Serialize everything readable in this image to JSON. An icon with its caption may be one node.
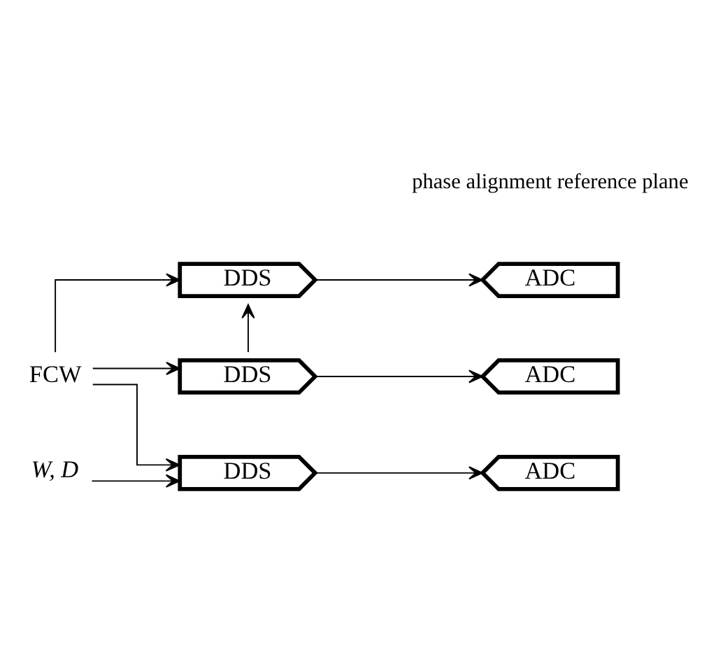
{
  "diagram": {
    "nodes": [
      {
        "text": [
          "FCW"
        ]
      },
      {
        "text": [
          "DDS"
        ]
      },
      {
        "text": [
          "DDS"
        ]
      },
      {
        "text": [
          "DDS"
        ]
      },
      {
        "text": [
          "ADC"
        ]
      },
      {
        "text": [
          "ADC"
        ]
      },
      {
        "text": [
          "ADC"
        ]
      },
      {
        "text": [
          "W, D"
        ]
      }
    ],
    "edges": [
      {
        "from": 0,
        "to": 1,
        "arrow": "to"
      },
      {
        "from": 0,
        "to": 2,
        "arrow": "to"
      },
      {
        "from": 0,
        "to": 3,
        "arrow": "to"
      },
      {
        "from": 2,
        "to": 1,
        "arrow": "to"
      },
      {
        "from": 7,
        "to": 3,
        "arrow": "to"
      },
      {
        "from": 1,
        "to": 4,
        "arrow": "to"
      },
      {
        "from": 2,
        "to": 5,
        "arrow": "to"
      },
      {
        "from": 3,
        "to": 6,
        "arrow": "to"
      }
    ],
    "labels": [
      "phase alignment reference plane"
    ]
  }
}
